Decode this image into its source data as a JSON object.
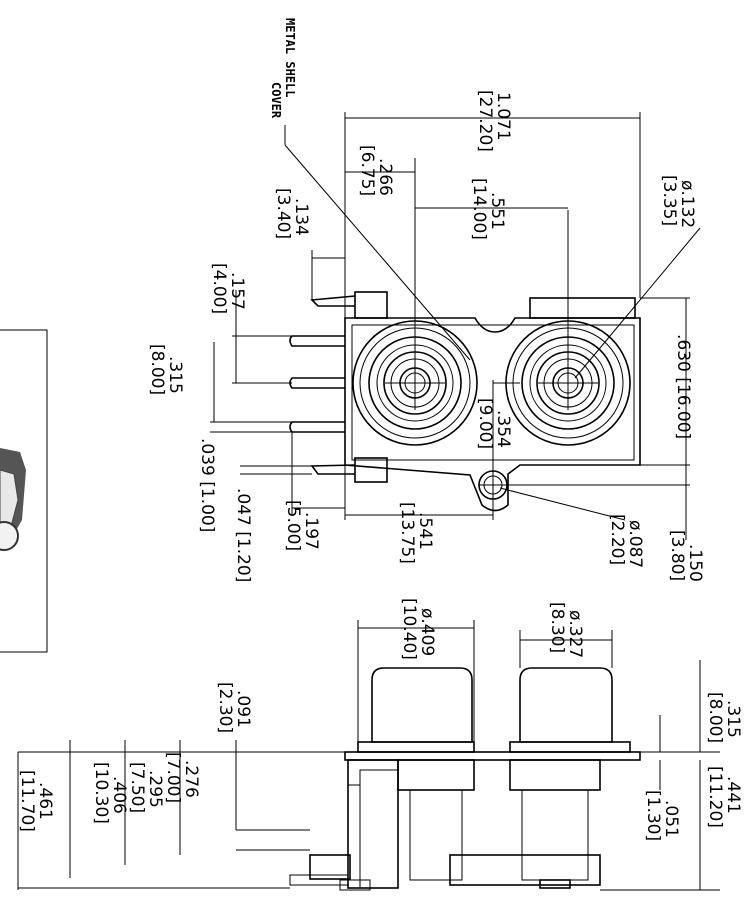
{
  "callout": {
    "line1": "METAL SHELL",
    "line2": "COVER"
  },
  "dims": {
    "width_in": "1.071",
    "width_mm": "[27.20]",
    "off266_in": ".266",
    "off266_mm": "[6.75]",
    "pitch_in": ".551",
    "pitch_mm": "[14.00]",
    "hole_in": "ø.132",
    "hole_mm": "[3.35]",
    "d134_in": ".134",
    "d134_mm": "[3.40]",
    "d157_in": ".157",
    "d157_mm": "[4.00]",
    "d315_in": ".315",
    "d315_mm": "[8.00]",
    "d630": ".630 [16.00]",
    "d354_in": ".354",
    "d354_mm": "[9.00]",
    "d039": ".039 [1.00]",
    "d047": ".047 [1.20]",
    "d197_in": ".197",
    "d197_mm": "[5.00]",
    "d541_in": ".541",
    "d541_mm": "[13.75]",
    "d087_in": "ø.087",
    "d087_mm": "[2.20]",
    "d150_in": ".150",
    "d150_mm": "[3.80]",
    "d409_in": "ø.409",
    "d409_mm": "[10.40]",
    "d327_in": "ø.327",
    "d327_mm": "[8.30]",
    "d091_in": ".091",
    "d091_mm": "[2.30]",
    "d315b_in": ".315",
    "d315b_mm": "[8.00]",
    "d276_in": ".276",
    "d276_mm": "[7.00]",
    "d295_in": ".295",
    "d295_mm": "[7.50]",
    "d406_in": ".406",
    "d406_mm": "[10.30]",
    "d461_in": ".461",
    "d461_mm": "[11.70]",
    "d441_in": ".441",
    "d441_mm": "[11.20]",
    "d051_in": ".051",
    "d051_mm": "[1.30]"
  }
}
